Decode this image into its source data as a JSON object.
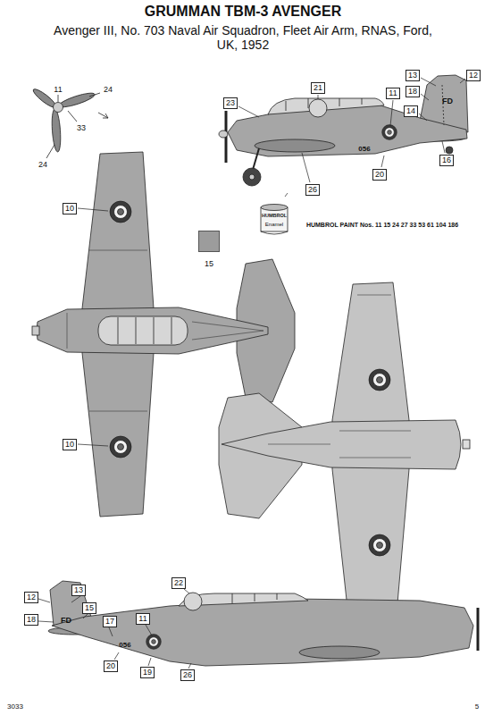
{
  "diagram": {
    "title": "GRUMMAN TBM-3 AVENGER",
    "nodes": [
      {
        "text": [
          "13"
        ]
      },
      {
        "text": [
          "12"
        ]
      },
      {
        "text": [
          "21"
        ]
      },
      {
        "text": [
          "18"
        ]
      },
      {
        "text": [
          "11"
        ]
      },
      {
        "text": [
          "23"
        ]
      },
      {
        "text": [
          "14"
        ]
      },
      {
        "text": [
          "16"
        ]
      },
      {
        "text": [
          "20"
        ]
      },
      {
        "text": [
          "26"
        ]
      },
      {
        "text": [
          "10"
        ]
      },
      {
        "text": [
          "10"
        ]
      },
      {
        "text": [
          "22"
        ]
      },
      {
        "text": [
          "13"
        ]
      },
      {
        "text": [
          "12"
        ]
      },
      {
        "text": [
          "15"
        ]
      },
      {
        "text": [
          "18"
        ]
      },
      {
        "text": [
          "11"
        ]
      },
      {
        "text": [
          "17"
        ]
      },
      {
        "text": [
          "20"
        ]
      },
      {
        "text": [
          "19"
        ]
      },
      {
        "text": [
          "26"
        ]
      }
    ],
    "labels": [
      "Avenger III, No. 703 Naval Air Squadron, Fleet Air Arm, RNAS, Ford, UK, 1952",
      "11",
      "24",
      "33",
      "24",
      "FD",
      "056",
      "HUMBROL",
      "Enamel",
      "HUMBROL PAINT Nos. 11 15 24 27 33 53 61 104 186",
      "FD",
      "056",
      "3033",
      "5"
    ],
    "legend": [
      {
        "text": "15",
        "color": "#9c9c9c"
      }
    ]
  }
}
